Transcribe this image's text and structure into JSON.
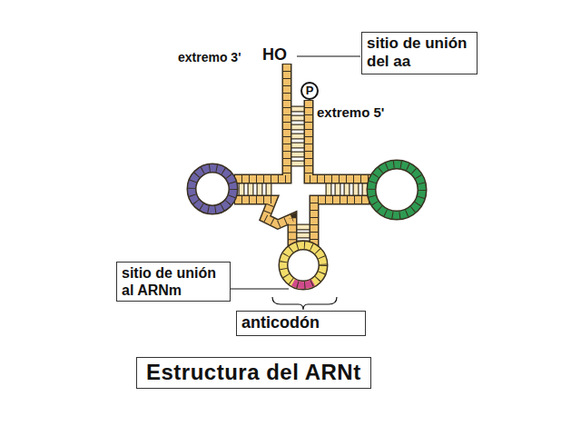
{
  "diagram": {
    "caption": "Estructura del ARNt",
    "nodes": [
      {
        "text": [
          "sitio de unión del aa"
        ]
      },
      {
        "text": [
          "P"
        ]
      },
      {
        "text": [
          "sitio de unión al ARNm"
        ]
      },
      {
        "text": [
          "anticodón"
        ]
      }
    ],
    "labels": [
      "extremo 3'",
      "HO",
      "extremo 5'"
    ]
  }
}
